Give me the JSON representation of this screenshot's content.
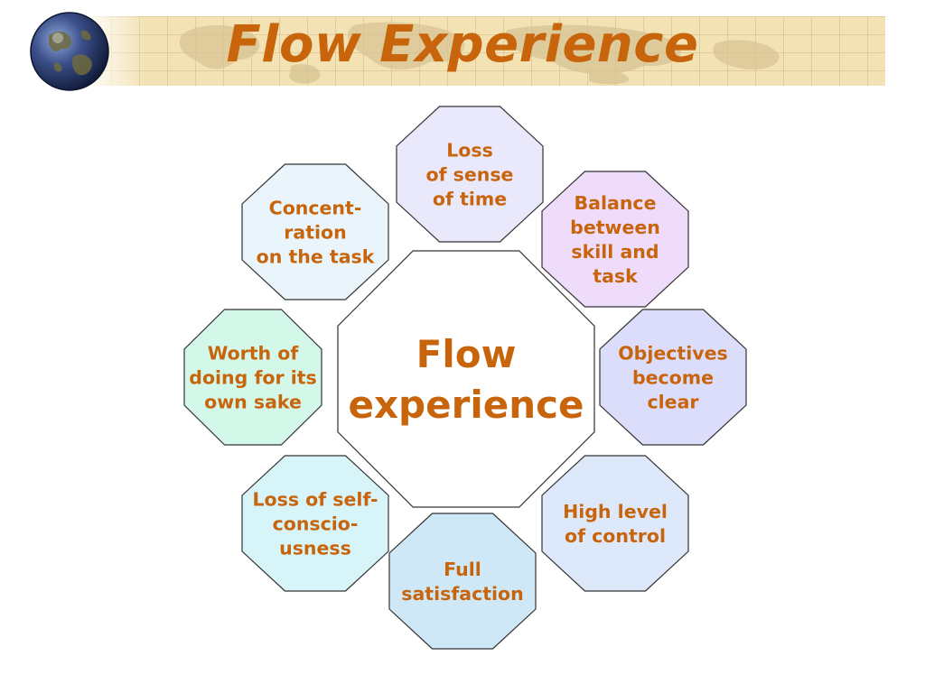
{
  "slide": {
    "title": "Flow Experience"
  },
  "center": {
    "lines": [
      "Flow",
      "experience"
    ],
    "fill": "#ffffff"
  },
  "nodes": [
    {
      "id": "loss-of-sense-of-time",
      "lines": [
        "Loss",
        "of sense",
        "of time"
      ],
      "fill": "#e9e9fb"
    },
    {
      "id": "balance-skill-task",
      "lines": [
        "Balance",
        "between",
        "skill and",
        "task"
      ],
      "fill": "#eedcfa"
    },
    {
      "id": "objectives-clear",
      "lines": [
        "Objectives",
        "become",
        "clear"
      ],
      "fill": "#dcdcfb"
    },
    {
      "id": "high-level-control",
      "lines": [
        "High level",
        "of control"
      ],
      "fill": "#dde8fa"
    },
    {
      "id": "full-satisfaction",
      "lines": [
        "Full",
        "satisfaction"
      ],
      "fill": "#cfe8f8"
    },
    {
      "id": "loss-self-consciousness",
      "lines": [
        "Loss of self-",
        "conscio-",
        "usness"
      ],
      "fill": "#d7f4f8"
    },
    {
      "id": "worth-doing",
      "lines": [
        "Worth of",
        "doing for its",
        "own sake"
      ],
      "fill": "#d3f8ea"
    },
    {
      "id": "concentration",
      "lines": [
        "Concent-",
        "ration",
        "on the task"
      ],
      "fill": "#e9f5fb"
    }
  ],
  "colors": {
    "text": "#c8650c",
    "border": "#333333",
    "banner": "#f3e3b4"
  },
  "icons": [
    "globe-icon",
    "world-map-icon"
  ]
}
